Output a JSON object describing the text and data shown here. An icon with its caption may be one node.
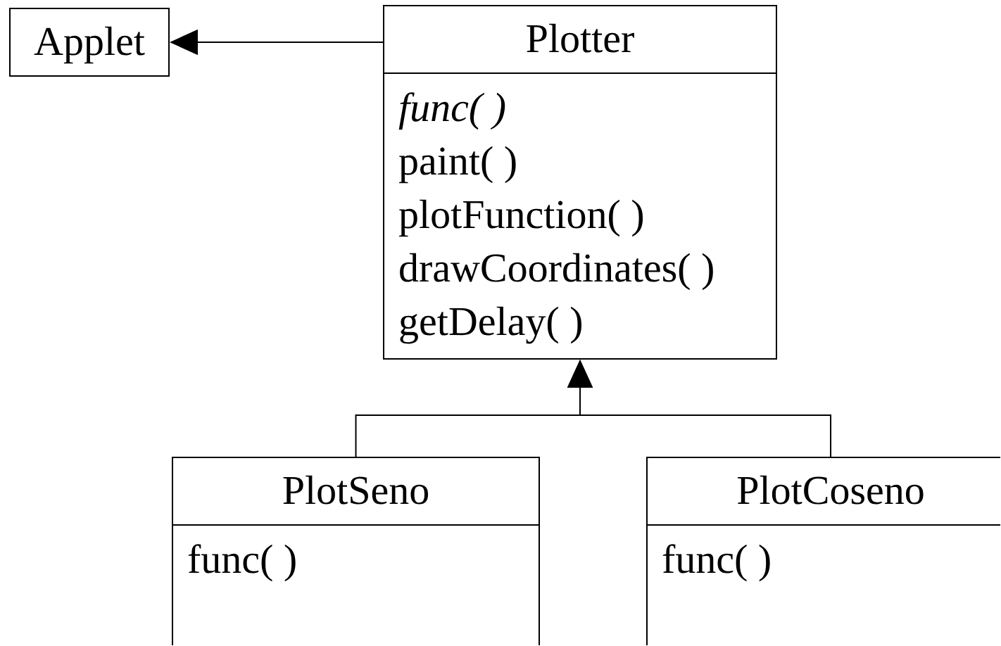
{
  "diagram": {
    "nodes": [
      {
        "text": [
          "Applet"
        ]
      },
      {
        "text": [
          "Plotter",
          "*func( )*",
          "paint( )",
          "plotFunction( )",
          "drawCoordinates( )",
          "getDelay( )"
        ]
      },
      {
        "text": [
          "PlotSeno",
          "func( )"
        ]
      },
      {
        "text": [
          "PlotCoseno",
          "func( )"
        ]
      }
    ],
    "edges": [
      {
        "from": 1,
        "to": 0,
        "arrow": "to"
      },
      {
        "from": 2,
        "to": 1,
        "arrow": "to"
      },
      {
        "from": 3,
        "to": 1,
        "arrow": "to"
      }
    ]
  }
}
